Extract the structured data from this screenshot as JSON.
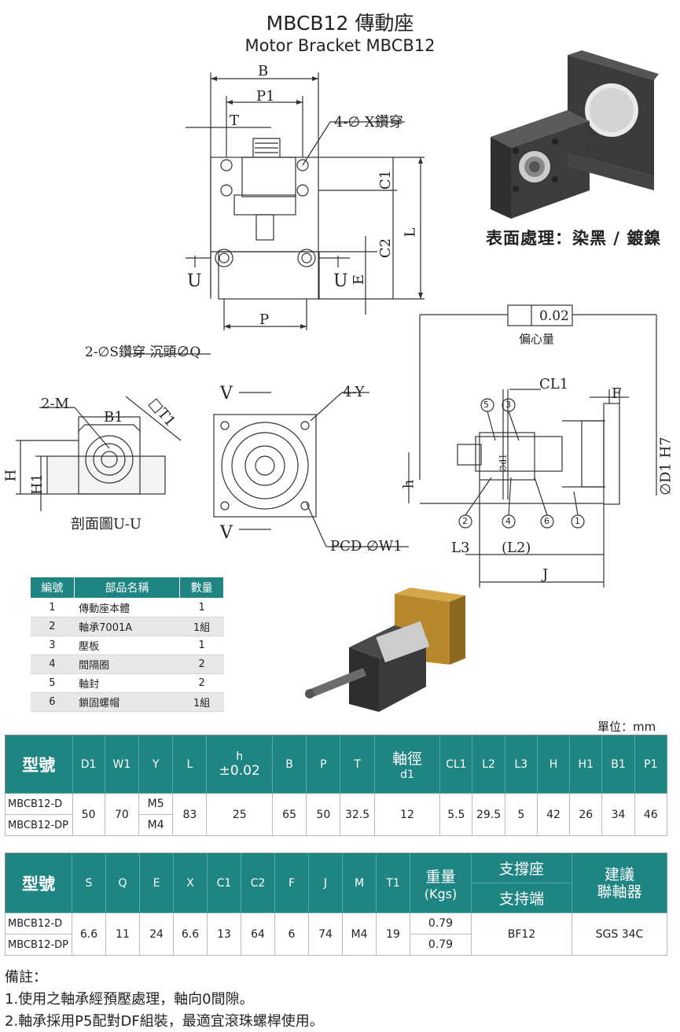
{
  "header": {
    "title": "MBCB12 傳動座",
    "subtitle": "Motor Bracket MBCB12"
  },
  "finish": "表面處理：染黑 / 鍍鎳",
  "drawing": {
    "top_labels": {
      "B": "B",
      "P1": "P1",
      "T": "T",
      "hole": "4-∅ X鑽穿",
      "C1": "C1",
      "C2": "C2",
      "L": "L",
      "E": "E",
      "U": "U",
      "P": "P",
      "counter": "2-∅S鑽穿 沉頭∅Q"
    },
    "section_labels": {
      "M": "2-M",
      "B1": "B1",
      "T1": "□T1",
      "H": "H",
      "H1": "H1",
      "caption": "剖面圖U-U"
    },
    "front_labels": {
      "V": "V",
      "Y": "4-Y",
      "pcd": "PCD ∅W1"
    },
    "side_labels": {
      "tol": "0.02",
      "ecc": "偏心量",
      "CL1": "CL1",
      "F": "F",
      "D1H7": "∅D1 H7",
      "h": "h",
      "d1": "∅d1",
      "L3": "L3",
      "L2": "(L2)",
      "J": "J",
      "b1": "1",
      "b2": "2",
      "b3": "3",
      "b4": "4",
      "b5": "5",
      "b6": "6"
    }
  },
  "parts_table": {
    "headers": [
      "編號",
      "部品名稱",
      "數量"
    ],
    "rows": [
      [
        "1",
        "傳動座本體",
        "1"
      ],
      [
        "2",
        "軸承7001A",
        "1組"
      ],
      [
        "3",
        "壓板",
        "1"
      ],
      [
        "4",
        "間隔圈",
        "2"
      ],
      [
        "5",
        "軸封",
        "2"
      ],
      [
        "6",
        "鎖固螺帽",
        "1組"
      ]
    ]
  },
  "unit": "單位：mm",
  "spec1": {
    "model_header": "型號",
    "headers": [
      "D1",
      "W1",
      "Y",
      "L",
      "h",
      "±0.02",
      "B",
      "P",
      "T",
      "軸徑",
      "d1",
      "CL1",
      "L2",
      "L3",
      "H",
      "H1",
      "B1",
      "P1"
    ],
    "models": [
      "MBCB12-D",
      "MBCB12-DP"
    ],
    "shared": [
      "50",
      "70",
      "83",
      "25",
      "65",
      "50",
      "32.5",
      "12",
      "5.5",
      "29.5",
      "5",
      "42",
      "26",
      "34",
      "46"
    ],
    "y_values": [
      "M5",
      "M4"
    ]
  },
  "spec2": {
    "model_header": "型號",
    "headers": [
      "S",
      "Q",
      "E",
      "X",
      "C1",
      "C2",
      "F",
      "J",
      "M",
      "T1"
    ],
    "weight": "重量",
    "weight_unit": "(Kgs)",
    "support": "支撐座",
    "support_end": "支持端",
    "coupling": "建議\n聯軸器",
    "models": [
      "MBCB12-D",
      "MBCB12-DP"
    ],
    "shared": [
      "6.6",
      "11",
      "24",
      "6.6",
      "13",
      "64",
      "6",
      "74",
      "M4",
      "19"
    ],
    "weights": [
      "0.79",
      "0.79"
    ],
    "support_value": "BF12",
    "coupling_value": "SGS 34C"
  },
  "notes": {
    "title": "備註：",
    "items": [
      "1.使用之軸承經預壓處理，軸向0間隙。",
      "2.軸承採用P5配對DF組裝，最適宜滾珠螺桿使用。"
    ]
  }
}
